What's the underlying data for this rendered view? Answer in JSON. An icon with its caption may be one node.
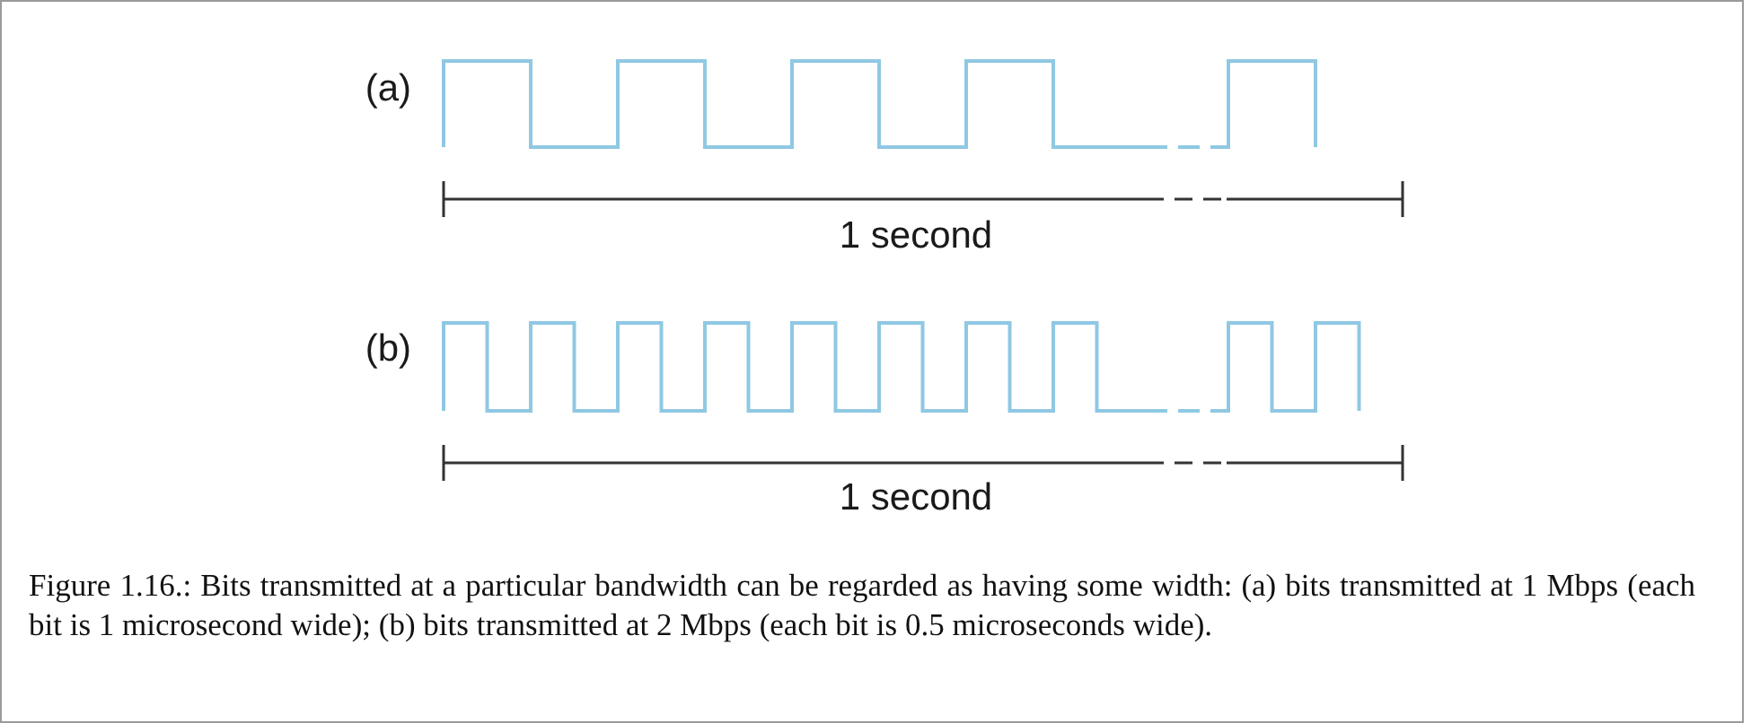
{
  "diagram": {
    "caption": "Figure 1.16.: Bits transmitted at a particular bandwidth can be regarded as having some width: (a) bits transmitted at 1 Mbps (each bit is 1 microsecond wide); (b) bits transmitted at 2 Mbps (each bit is 0.5 microseconds wide).",
    "labels": [
      "(a)",
      "1 second",
      "(b)",
      "1 second"
    ]
  }
}
